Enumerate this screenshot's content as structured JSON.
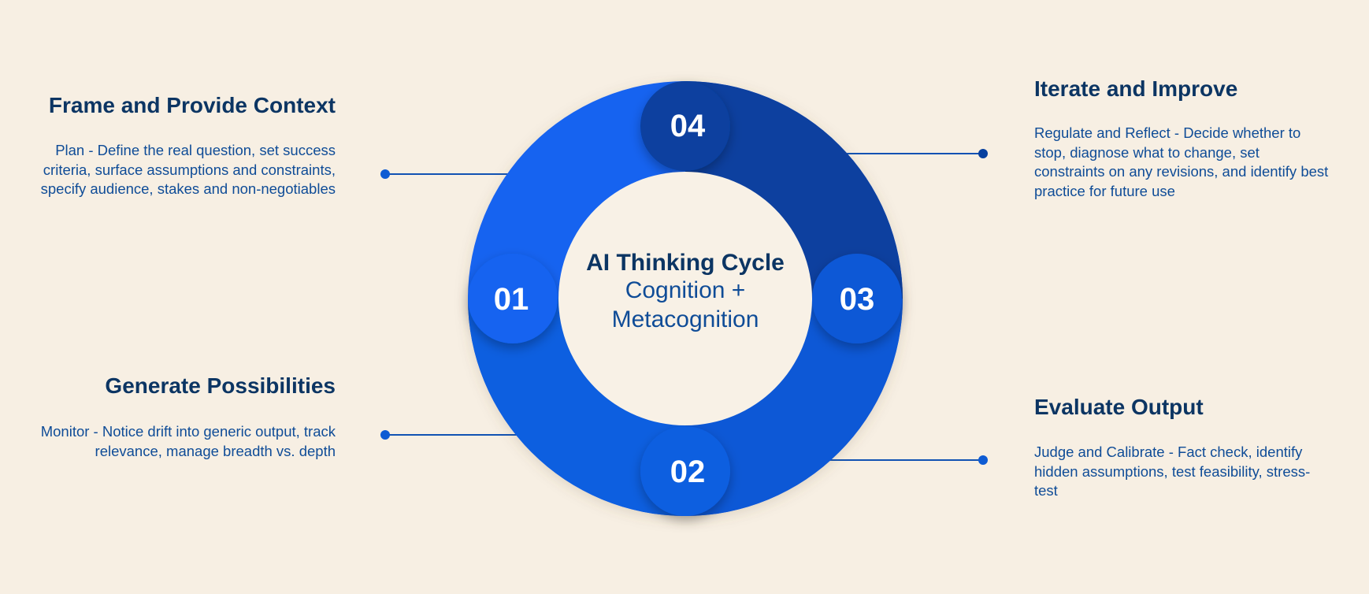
{
  "center": {
    "title": "AI Thinking Cycle",
    "subtitle_line1": "Cognition +",
    "subtitle_line2": "Metacognition"
  },
  "steps": [
    {
      "number": "01",
      "title": "Frame and Provide Context",
      "description": "Plan - Define the real question, set success criteria, surface assumptions and constraints, specify audience, stakes and non-negotiables",
      "color": "#1263f0"
    },
    {
      "number": "02",
      "title": "Generate Possibilities",
      "description": "Monitor - Notice drift into generic output, track relevance, manage breadth vs. depth",
      "color": "#0e5ee0"
    },
    {
      "number": "03",
      "title": "Evaluate Output",
      "description": "Judge and Calibrate - Fact check, identify hidden assumptions, test feasibility, stress-test",
      "color": "#0d58d6"
    },
    {
      "number": "04",
      "title": "Iterate and Improve",
      "description": "Regulate and Reflect - Decide whether to stop, diagnose what to change, set constraints on any revisions, and identify best practice for future use",
      "color": "#07409f"
    }
  ],
  "colors": {
    "background": "#f7efe3",
    "title_text": "#0c3563",
    "body_text": "#0f4c97",
    "connector": "#1152b3",
    "connector_dot": "#0e5bd3",
    "center_fill": "#f8f1e6"
  }
}
